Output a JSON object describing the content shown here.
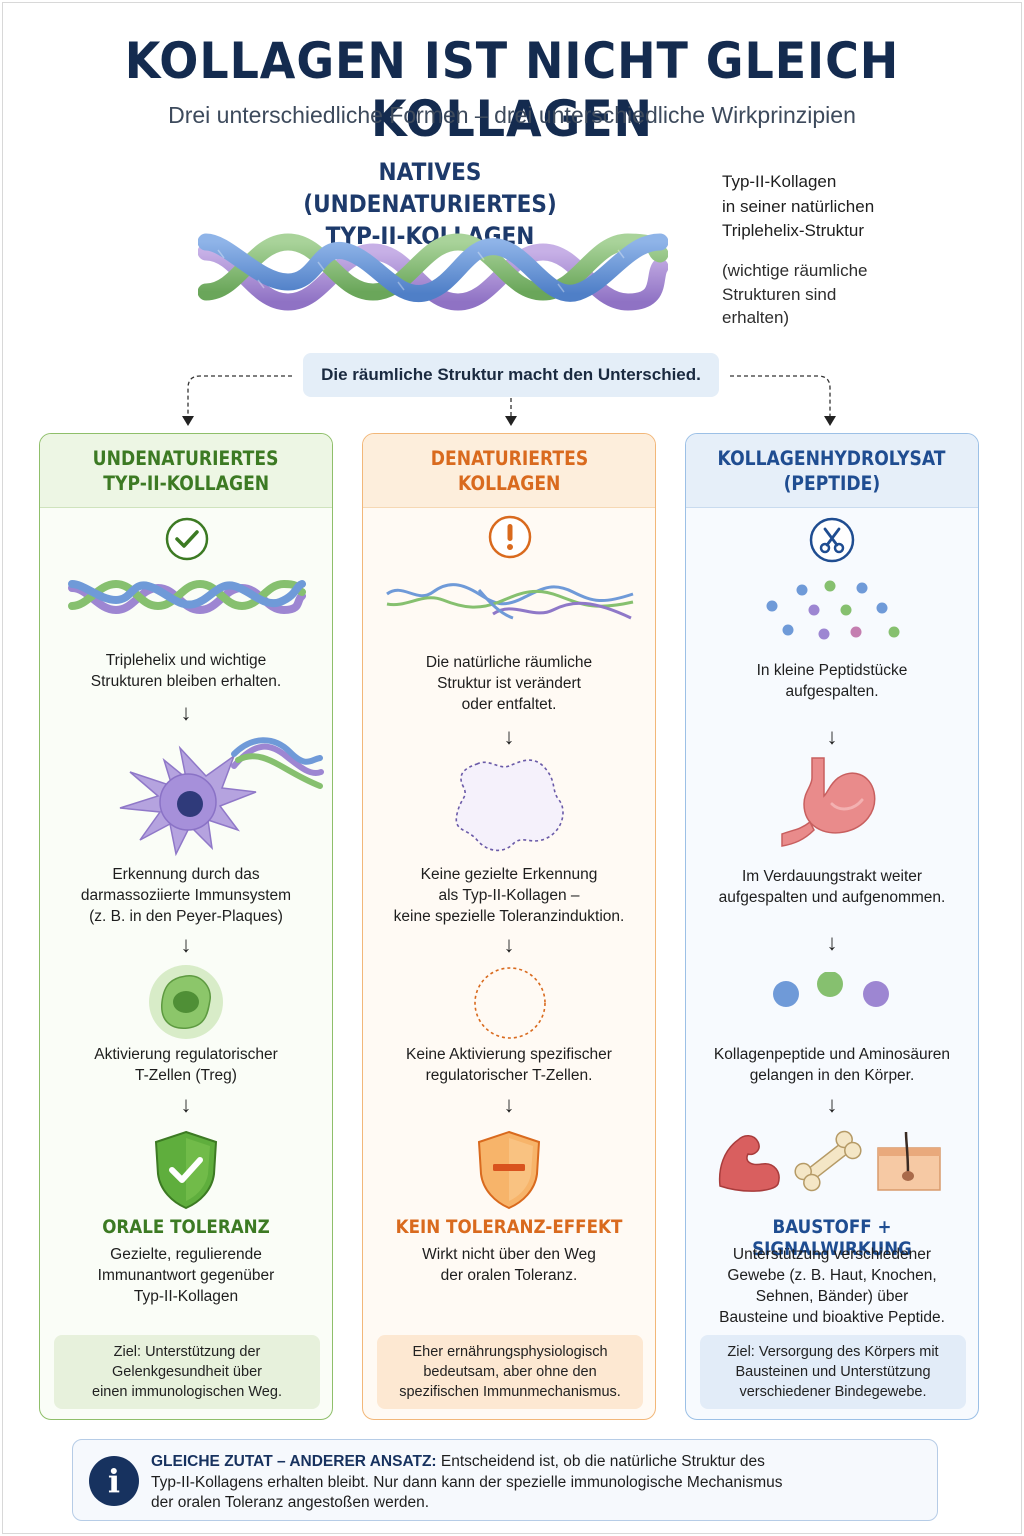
{
  "header": {
    "title": "KOLLAGEN IST NICHT GLEICH KOLLAGEN",
    "subtitle": "Drei unterschiedliche Formen – drei unterschiedliche Wirkprinzipien"
  },
  "native": {
    "title_lines": [
      "NATIVES (UNDENATURIERTES)",
      "TYP-II-KOLLAGEN"
    ],
    "desc_lines": [
      "Typ-II-Kollagen",
      "in seiner natürlichen",
      "Triplehelix-Struktur"
    ],
    "note_lines": [
      "(wichtige räumliche",
      "Strukturen sind",
      "erhalten)"
    ]
  },
  "banner": "Die räumliche Struktur macht den Unterschied.",
  "columns": [
    {
      "title_lines": [
        "UNDENATURIERTES",
        "TYP-II-KOLLAGEN"
      ],
      "step1": [
        "Triplehelix und wichtige",
        "Strukturen bleiben erhalten."
      ],
      "step2": [
        "Erkennung durch das",
        "darmassoziierte Immunsystem",
        "(z. B. in den Peyer-Plaques)"
      ],
      "step3": [
        "Aktivierung regulatorischer",
        "T-Zellen (Treg)"
      ],
      "result_title": "ORALE TOLERANZ",
      "result_text": [
        "Gezielte, regulierende",
        "Immunantwort gegenüber",
        "Typ-II-Kollagen"
      ],
      "goal": [
        "Ziel: Unterstützung der",
        "Gelenkgesundheit über",
        "einen immunologischen Weg."
      ]
    },
    {
      "title_lines": [
        "DENATURIERTES",
        "KOLLAGEN"
      ],
      "step1": [
        "Die natürliche räumliche",
        "Struktur ist verändert",
        "oder entfaltet."
      ],
      "step2": [
        "Keine gezielte Erkennung",
        "als Typ-II-Kollagen –",
        "keine spezielle Toleranzinduktion."
      ],
      "step3": [
        "Keine Aktivierung spezifischer",
        "regulatorischer T-Zellen."
      ],
      "result_title": "KEIN TOLERANZ-EFFEKT",
      "result_text": [
        "Wirkt nicht über den Weg",
        "der oralen Toleranz."
      ],
      "goal": [
        "Eher ernährungsphysiologisch",
        "bedeutsam, aber ohne den",
        "spezifischen Immunmechanismus."
      ]
    },
    {
      "title_lines": [
        "KOLLAGENHYDROLYSAT",
        "(PEPTIDE)"
      ],
      "step1": [
        "In kleine Peptidstücke",
        "aufgespalten."
      ],
      "step2": [
        "Im Verdauungstrakt weiter",
        "aufgespalten und aufgenommen."
      ],
      "step3": [
        "Kollagenpeptide und Aminosäuren",
        "gelangen in den Körper."
      ],
      "result_title": "BAUSTOFF + SIGNALWIRKUNG",
      "result_text": [
        "Unterstützung verschiedener",
        "Gewebe (z. B. Haut, Knochen,",
        "Sehnen, Bänder) über",
        "Bausteine und bioaktive Peptide."
      ],
      "goal": [
        "Ziel: Versorgung des Körpers mit",
        "Bausteinen und Unterstützung",
        "verschiedener Bindegewebe."
      ]
    }
  ],
  "info": {
    "lead": "GLEICHE ZUTAT – ANDERER ANSATZ:",
    "line1": " Entscheidend ist, ob die natürliche Struktur des",
    "line2": "Typ-II-Kollagens erhalten bleibt. Nur dann kann der spezielle immunologische Mechanismus",
    "line3": "der oralen Toleranz angestoßen werden."
  },
  "colors": {
    "green": "#3c7a23",
    "orange": "#d96a1e",
    "blue": "#1f4d91",
    "navy": "#142b4f"
  },
  "icons": [
    "check-circle-icon",
    "exclamation-circle-icon",
    "scissors-icon",
    "info-icon",
    "shield-check-icon",
    "shield-minus-icon",
    "muscle-icon",
    "bone-icon",
    "skin-icon",
    "stomach-icon"
  ]
}
